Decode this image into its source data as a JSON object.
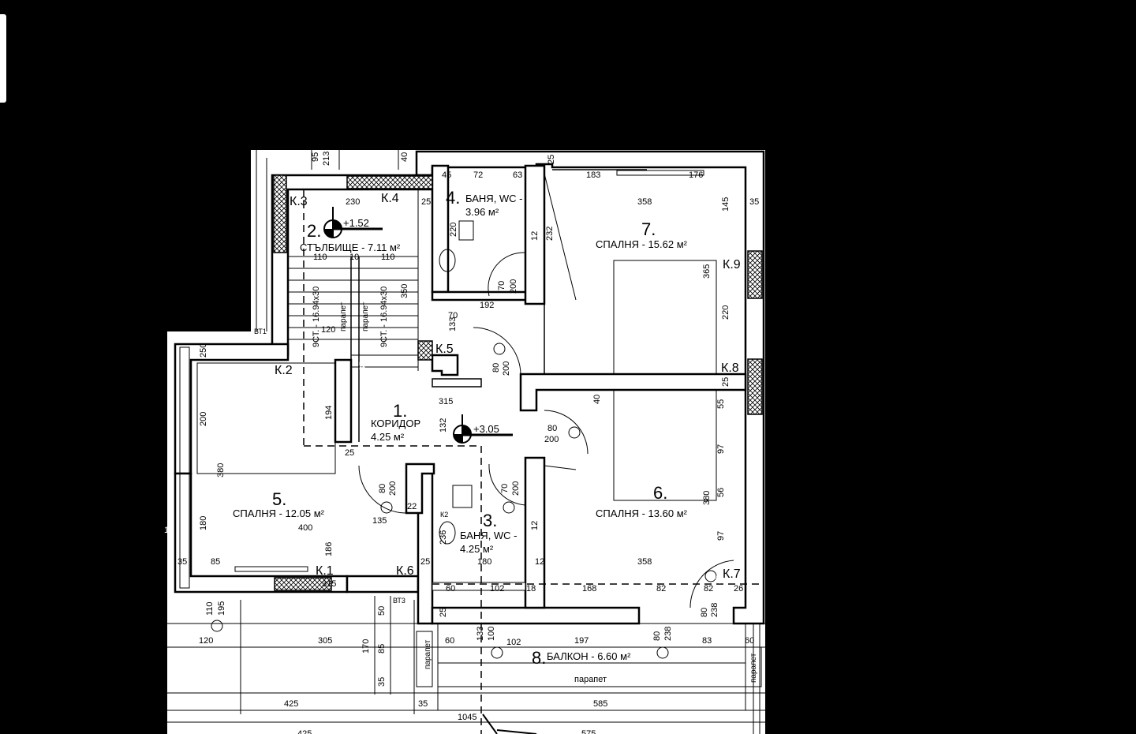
{
  "rooms": {
    "r1": {
      "num": "1.",
      "name": "КОРИДОР",
      "area": "4.25 м²"
    },
    "r2": {
      "num": "2.",
      "name": "СТЪЛБИЩЕ - 7.11 м²"
    },
    "r3": {
      "num": "3.",
      "name": "БАНЯ, WC -",
      "area": "4.25 м²"
    },
    "r4": {
      "num": "4.",
      "name": "БАНЯ, WC -",
      "area": "3.96 м²"
    },
    "r5": {
      "num": "5.",
      "name": "СПАЛНЯ - 12.05 м²"
    },
    "r6": {
      "num": "6.",
      "name": "СПАЛНЯ - 13.60 м²"
    },
    "r7": {
      "num": "7.",
      "name": "СПАЛНЯ - 15.62 м²"
    },
    "r8": {
      "num": "8.",
      "name": "БАЛКОН - 6.60 м²"
    }
  },
  "levels": {
    "stair": "+1.52",
    "corridor": "+3.05"
  },
  "labels": {
    "k1": "К.1",
    "k2": "К.2",
    "k3": "К.3",
    "k4": "К.4",
    "k5": "К.5",
    "k6": "К.6",
    "k7": "К.7",
    "k8": "К.8",
    "k9": "К.9",
    "bt1": "ВТ1",
    "bt3": "ВТ3",
    "k2small": "К2",
    "parapet": "парапет",
    "stairs_a": "9СТ. - 16.94x30",
    "stairs_b": "9СТ. - 16.94x30"
  },
  "dims": {
    "d95": "95",
    "d213": "213",
    "d40": "40",
    "d45": "45",
    "d72": "72",
    "d63": "63",
    "d25": "25",
    "d183": "183",
    "d176": "176",
    "d230": "230",
    "d358": "358",
    "d145": "145",
    "d35": "35",
    "d220a": "220",
    "d110": "110",
    "d10": "10",
    "d232": "232",
    "d365": "365",
    "d220": "220",
    "d350": "350",
    "d120": "120",
    "d70": "70",
    "d200": "200",
    "d192": "192",
    "d133": "133",
    "d80": "80",
    "d315": "315",
    "d132": "132",
    "d194": "194",
    "d380": "380",
    "d55": "55",
    "d97": "97",
    "d56": "56",
    "d135": "135",
    "d22": "22",
    "d400": "400",
    "d186": "186",
    "d180": "180",
    "d236": "236",
    "d12": "12",
    "d85": "85",
    "d60": "60",
    "d102": "102",
    "d18": "18",
    "d168": "168",
    "d82": "82",
    "d26": "26",
    "d238": "238",
    "d50": "50",
    "d195": "195",
    "d305": "305",
    "d170": "170",
    "d100": "100",
    "d197": "197",
    "d83": "83",
    "d425": "425",
    "d585": "585",
    "d1045": "1045",
    "d575": "575",
    "d250": "250",
    "d1": "1"
  }
}
